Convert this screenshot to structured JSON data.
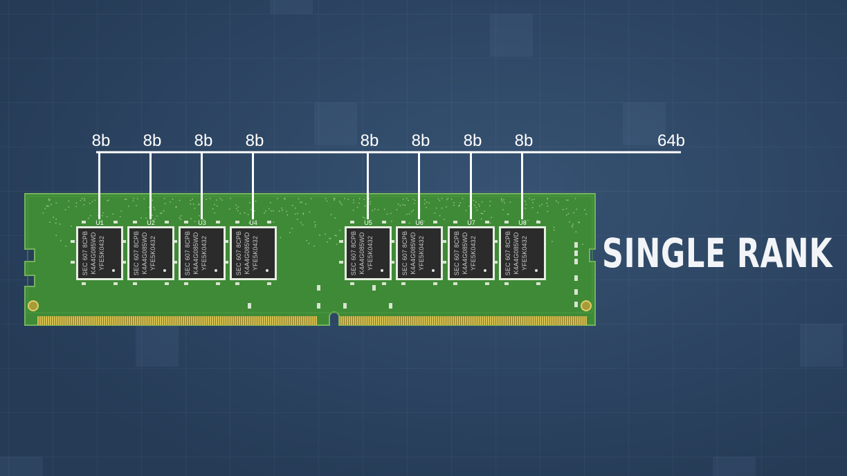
{
  "title": "SINGLE RANK",
  "bus": {
    "chip_width_labels": [
      "8b",
      "8b",
      "8b",
      "8b",
      "8b",
      "8b",
      "8b",
      "8b"
    ],
    "total_width_label": "64b"
  },
  "chips": [
    {
      "ref": "U1",
      "line1": "SEC 607  8CPB",
      "line2": "K4A4G085WD",
      "line3": "YFE5K0432"
    },
    {
      "ref": "U2",
      "line1": "SEC 607  8CPB",
      "line2": "K4A4G085WD",
      "line3": "YFE5K0432"
    },
    {
      "ref": "U3",
      "line1": "SEC 607  8CPB",
      "line2": "K4A4G085WD",
      "line3": "YFE5K0432"
    },
    {
      "ref": "U4",
      "line1": "SEC 607  8CPB",
      "line2": "K4A4G085WD",
      "line3": "YFE5K0432"
    },
    {
      "ref": "U5",
      "line1": "SEC 607  8CPB",
      "line2": "K4A4G085WD",
      "line3": "YFE5K0432"
    },
    {
      "ref": "U6",
      "line1": "SEC 607  8CPB",
      "line2": "K4A4G085WD",
      "line3": "YFE5K0432"
    },
    {
      "ref": "U7",
      "line1": "SEC 607  8CPB",
      "line2": "K4A4G085WD",
      "line3": "YFE5K0432"
    },
    {
      "ref": "U8",
      "line1": "SEC 607  8CPB",
      "line2": "K4A4G085WD",
      "line3": "YFE5K0432"
    }
  ],
  "colors": {
    "background": "#2e4867",
    "pcb": "#3f8a36",
    "pcb_edge": "#6fb45a",
    "chip_body": "#2b2b2b",
    "gold_contacts": "#c9b44a",
    "bus_line": "#ffffff"
  }
}
